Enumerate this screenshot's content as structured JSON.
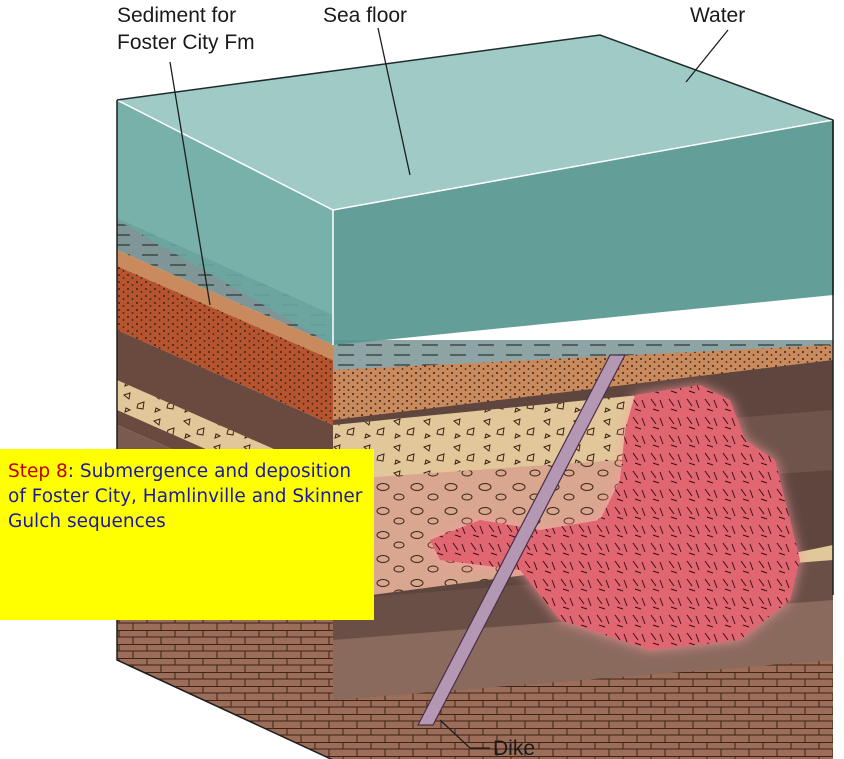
{
  "labels": {
    "sediment": [
      "Sediment for",
      "Foster City Fm"
    ],
    "sea_floor": "Sea floor",
    "water": "Water",
    "dike": "Dike"
  },
  "caption": {
    "step": "Step 8",
    "text": ": Submergence and deposition of Foster City, Hamlinville and Skinner Gulch sequences"
  },
  "colors": {
    "water": "#7fb8b2",
    "water_dark": "#4a8c85",
    "shale": "#7f9596",
    "sandstone": "#c98a5e",
    "red_layer": "#b6542f",
    "conglomerate": "#e2c79a",
    "intrusion": "#e06672",
    "dike": "#b497b2",
    "caption_bg": "#ffff00",
    "caption_step": "#c00000",
    "caption_text": "#1a1aa0"
  }
}
